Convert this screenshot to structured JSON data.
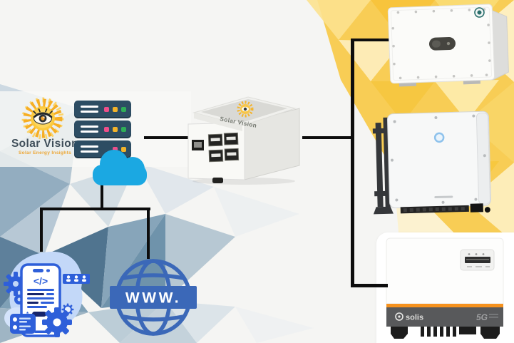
{
  "brand": {
    "name": "Solar Vision",
    "tagline": "Solar Energy Insights"
  },
  "logger": {
    "label": "Solar Vision"
  },
  "phone_app": {
    "code_glyph": "</>"
  },
  "web": {
    "label": "WWW."
  },
  "inverter_solis": {
    "brand_text": "solis",
    "badge_text": "5G"
  },
  "icons": {
    "sun_eye": "sun-with-eye",
    "server_rack": "server-rack",
    "cloud": "cloud",
    "globe_www": "www-globe",
    "gear": "gear",
    "users": "users-badge",
    "list_card": "list-card"
  },
  "colors": {
    "sun_gold": "#f6ae24",
    "brand_text": "#3f4e59",
    "tagline_orange": "#eda735",
    "server_navy": "#2d4d63",
    "led_pink": "#ee4f8a",
    "led_amber": "#f2b32a",
    "led_green": "#2fae57",
    "cloud_blue": "#1ba8e2",
    "app_blue": "#2e5fd9",
    "app_navy": "#16246b",
    "globe_blue": "#3b68b8",
    "solar_yellow": "#f8cd55",
    "solis_orange": "#f6921e",
    "solis_gray": "#58595b",
    "connector_black": "#0d0d0d",
    "logger_led_blue": "#8ec2ec"
  }
}
